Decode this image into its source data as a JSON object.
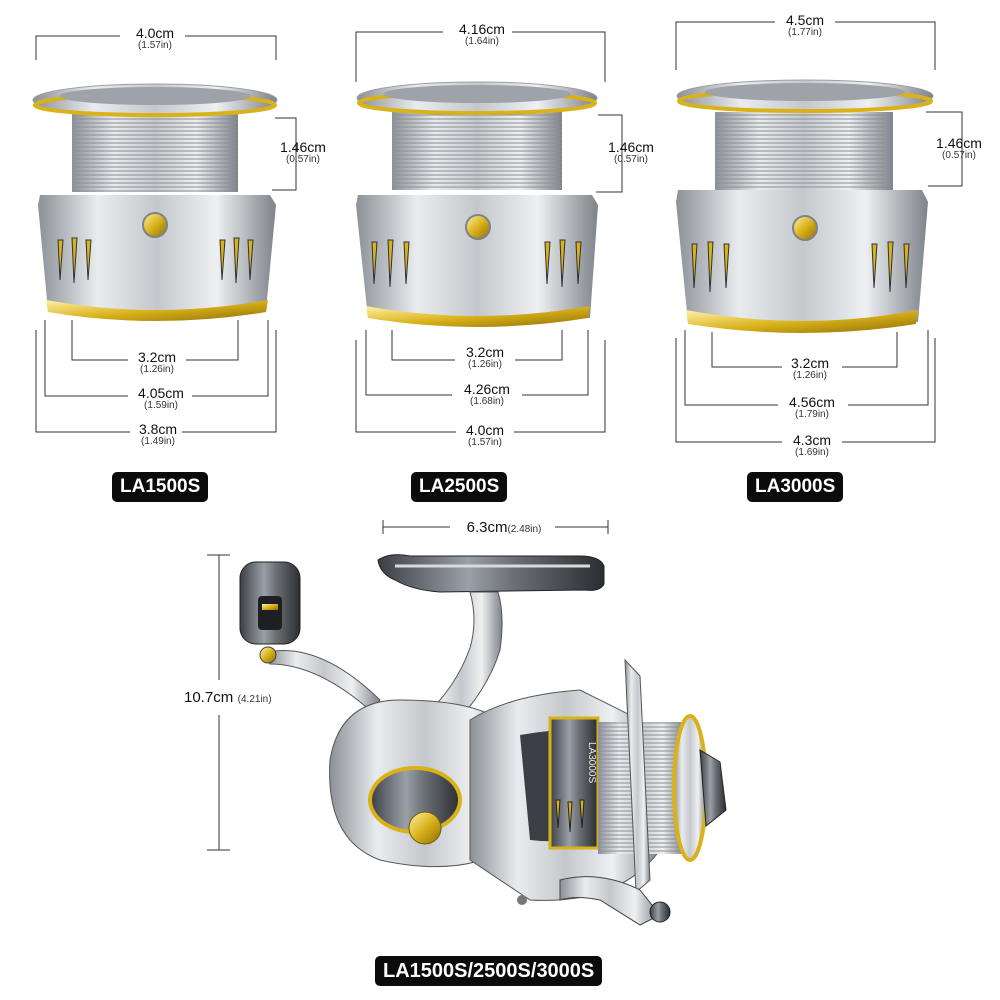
{
  "spools": [
    {
      "model": "LA1500S",
      "top_width": {
        "cm": "4.0cm",
        "in": "(1.57in)"
      },
      "height": {
        "cm": "1.46cm",
        "in": "(0.57in)"
      },
      "inner": {
        "cm": "3.2cm",
        "in": "(1.26in)"
      },
      "mid": {
        "cm": "4.05cm",
        "in": "(1.59in)"
      },
      "bottom": {
        "cm": "3.8cm",
        "in": "(1.49in)"
      }
    },
    {
      "model": "LA2500S",
      "top_width": {
        "cm": "4.16cm",
        "in": "(1.64in)"
      },
      "height": {
        "cm": "1.46cm",
        "in": "(0.57in)"
      },
      "inner": {
        "cm": "3.2cm",
        "in": "(1.26in)"
      },
      "mid": {
        "cm": "4.26cm",
        "in": "(1.68in)"
      },
      "bottom": {
        "cm": "4.0cm",
        "in": "(1.57in)"
      }
    },
    {
      "model": "LA3000S",
      "top_width": {
        "cm": "4.5cm",
        "in": "(1.77in)"
      },
      "height": {
        "cm": "1.46cm",
        "in": "(0.57in)"
      },
      "inner": {
        "cm": "3.2cm",
        "in": "(1.26in)"
      },
      "mid": {
        "cm": "4.56cm",
        "in": "(1.79in)"
      },
      "bottom": {
        "cm": "4.3cm",
        "in": "(1.69in)"
      }
    }
  ],
  "reel": {
    "width": {
      "cm": "6.3cm",
      "in": "(2.48in)"
    },
    "height": {
      "cm": "10.7cm",
      "in": "(4.21in)"
    },
    "spool_marking": "LA3000S",
    "caption": "LA1500S/2500S/3000S"
  },
  "colors": {
    "silver": "#c9cdd1",
    "gold": "#d9b21a",
    "dark": "#2f3237",
    "badge": "#0b0b0b"
  }
}
